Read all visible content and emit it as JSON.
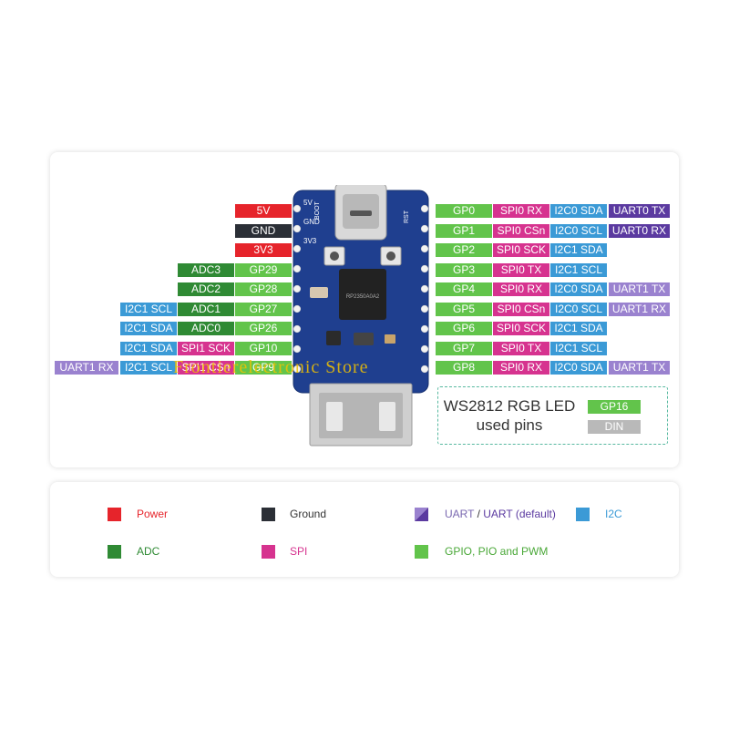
{
  "left_rows": [
    {
      "labels": [
        {
          "text": "5V",
          "cls": "power"
        }
      ]
    },
    {
      "labels": [
        {
          "text": "GND",
          "cls": "ground"
        }
      ]
    },
    {
      "labels": [
        {
          "text": "3V3",
          "cls": "power"
        }
      ]
    },
    {
      "labels": [
        {
          "text": "GP29",
          "cls": "gpio"
        },
        {
          "text": "ADC3",
          "cls": "adc"
        }
      ]
    },
    {
      "labels": [
        {
          "text": "GP28",
          "cls": "gpio"
        },
        {
          "text": "ADC2",
          "cls": "adc"
        }
      ]
    },
    {
      "labels": [
        {
          "text": "GP27",
          "cls": "gpio"
        },
        {
          "text": "ADC1",
          "cls": "adc"
        },
        {
          "text": "I2C1 SCL",
          "cls": "i2c"
        }
      ]
    },
    {
      "labels": [
        {
          "text": "GP26",
          "cls": "gpio"
        },
        {
          "text": "ADC0",
          "cls": "adc"
        },
        {
          "text": "I2C1 SDA",
          "cls": "i2c"
        }
      ]
    },
    {
      "labels": [
        {
          "text": "GP10",
          "cls": "gpio"
        },
        {
          "text": "SPI1 SCK",
          "cls": "spi"
        },
        {
          "text": "I2C1 SDA",
          "cls": "i2c"
        }
      ]
    },
    {
      "labels": [
        {
          "text": "GP9",
          "cls": "gpio"
        },
        {
          "text": "SPI1 CSn",
          "cls": "spi"
        },
        {
          "text": "I2C1 SCL",
          "cls": "i2c"
        },
        {
          "text": "UART1 RX",
          "cls": "uart"
        }
      ]
    }
  ],
  "right_rows": [
    {
      "labels": [
        {
          "text": "GP0",
          "cls": "gpio"
        },
        {
          "text": "SPI0 RX",
          "cls": "spi"
        },
        {
          "text": "I2C0 SDA",
          "cls": "i2c"
        },
        {
          "text": "UART0 TX",
          "cls": "uartd"
        }
      ]
    },
    {
      "labels": [
        {
          "text": "GP1",
          "cls": "gpio"
        },
        {
          "text": "SPI0 CSn",
          "cls": "spi"
        },
        {
          "text": "I2C0 SCL",
          "cls": "i2c"
        },
        {
          "text": "UART0 RX",
          "cls": "uartd"
        }
      ]
    },
    {
      "labels": [
        {
          "text": "GP2",
          "cls": "gpio"
        },
        {
          "text": "SPI0 SCK",
          "cls": "spi"
        },
        {
          "text": "I2C1 SDA",
          "cls": "i2c"
        }
      ]
    },
    {
      "labels": [
        {
          "text": "GP3",
          "cls": "gpio"
        },
        {
          "text": "SPI0 TX",
          "cls": "spi"
        },
        {
          "text": "I2C1 SCL",
          "cls": "i2c"
        }
      ]
    },
    {
      "labels": [
        {
          "text": "GP4",
          "cls": "gpio"
        },
        {
          "text": "SPI0 RX",
          "cls": "spi"
        },
        {
          "text": "I2C0 SDA",
          "cls": "i2c"
        },
        {
          "text": "UART1 TX",
          "cls": "uart"
        }
      ]
    },
    {
      "labels": [
        {
          "text": "GP5",
          "cls": "gpio"
        },
        {
          "text": "SPI0 CSn",
          "cls": "spi"
        },
        {
          "text": "I2C0 SCL",
          "cls": "i2c"
        },
        {
          "text": "UART1 RX",
          "cls": "uart"
        }
      ]
    },
    {
      "labels": [
        {
          "text": "GP6",
          "cls": "gpio"
        },
        {
          "text": "SPI0 SCK",
          "cls": "spi"
        },
        {
          "text": "I2C1 SDA",
          "cls": "i2c"
        }
      ]
    },
    {
      "labels": [
        {
          "text": "GP7",
          "cls": "gpio"
        },
        {
          "text": "SPI0 TX",
          "cls": "spi"
        },
        {
          "text": "I2C1 SCL",
          "cls": "i2c"
        }
      ]
    },
    {
      "labels": [
        {
          "text": "GP8",
          "cls": "gpio"
        },
        {
          "text": "SPI0 RX",
          "cls": "spi"
        },
        {
          "text": "I2C0 SDA",
          "cls": "i2c"
        },
        {
          "text": "UART1 TX",
          "cls": "uart"
        }
      ]
    }
  ],
  "board": {
    "silk_left": [
      "5V",
      "GND",
      "3V3"
    ],
    "silk_boot": "BOOT",
    "silk_rst": "RST",
    "chip_text": "RP2350A0A2"
  },
  "led": {
    "title": "WS2812 RGB LED",
    "subtitle": "used pins",
    "pin": "GP16",
    "signal": "DIN"
  },
  "watermark": "Frontierelectronic Store",
  "legend": {
    "power": "Power",
    "ground": "Ground",
    "uart_a": "UART",
    "uart_sep": " / ",
    "uart_b": "UART (default)",
    "i2c": "I2C",
    "adc": "ADC",
    "spi": "SPI",
    "gpio": "GPIO, PIO and PWM"
  },
  "colors": {
    "power": "#e6242b",
    "ground": "#2b2f36",
    "adc": "#2f8a34",
    "gpio": "#62c44b",
    "spi": "#d6338f",
    "i2c": "#3b9ad6",
    "uart": "#9a82cf",
    "uart_default": "#5b3aa0",
    "board": "#1f3f8f"
  }
}
